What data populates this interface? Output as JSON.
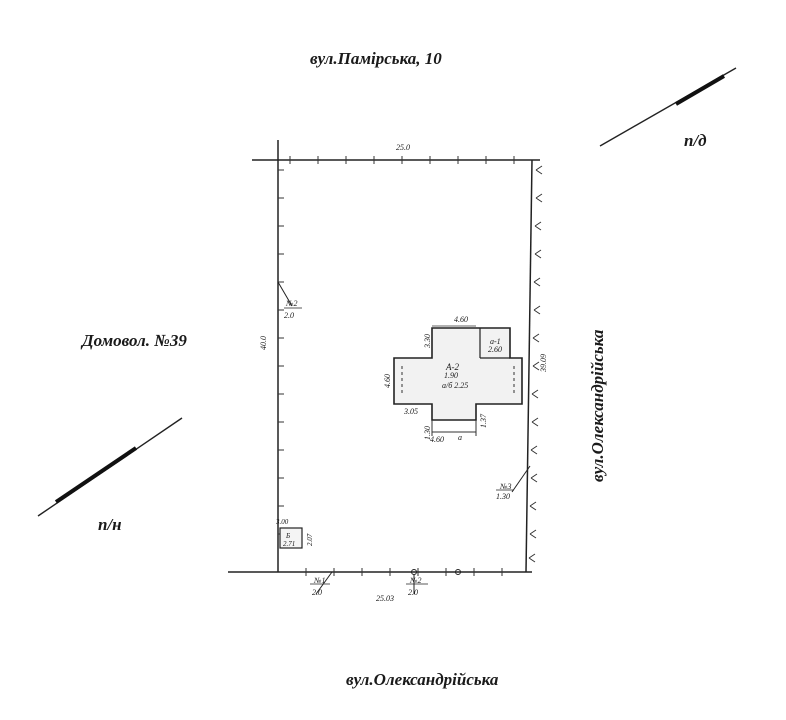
{
  "labels": {
    "top_street": "вул.Памірська, 10",
    "bottom_street": "вул.Олександрійська",
    "right_street": "вул.Олександрійська",
    "left_neighbor": "Домовол. №39",
    "north_label": "п/д",
    "south_label": "п/н"
  },
  "dimensions": {
    "top_side": "25.0",
    "bottom_side": "25.03",
    "left_side": "40.0",
    "right_side": "39.09"
  },
  "building": {
    "code": "А-2",
    "area_line1": "1.90",
    "area_line2": "а/б 2.25",
    "dim_top": "4.60",
    "dim_left_height": "4.60",
    "dim_upper_step": "3.30",
    "dim_lower_step": "3.05",
    "dim_bottom": "4.60",
    "dim_bottom_step": "1.30",
    "dim_bottom_mark": "а",
    "dim_right_step": "1.37",
    "annex_code": "а-1",
    "annex_value": "2.60"
  },
  "shed": {
    "code": "Б",
    "value": "2.71",
    "dim_width": "3.00",
    "dim_height": "2.07"
  },
  "markers": {
    "left_no": "№2",
    "left_val": "2.0",
    "bottom1_no": "№1",
    "bottom1_val": "2.0",
    "bottom2_no": "№2",
    "bottom2_val": "2.0",
    "right_no": "№3",
    "right_val": "1.30"
  }
}
